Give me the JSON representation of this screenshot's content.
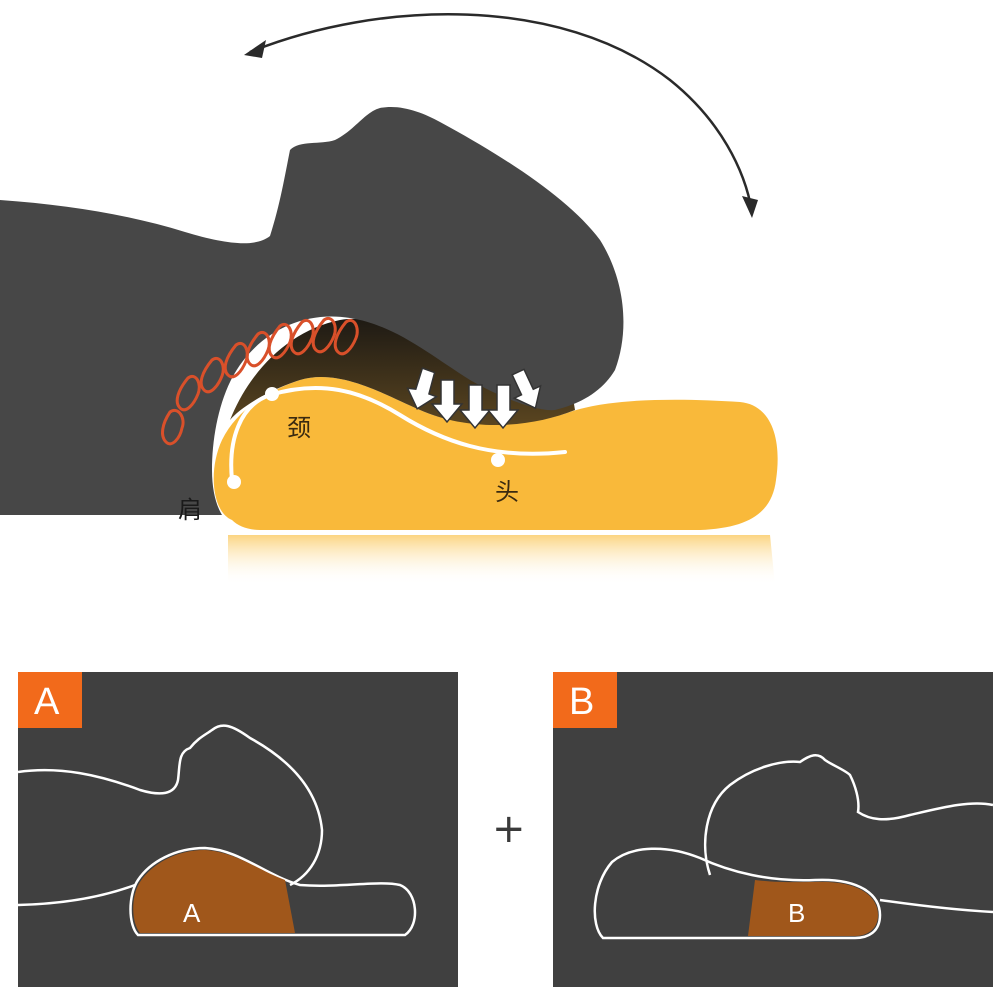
{
  "labels": {
    "neck": "颈",
    "head": "头",
    "shoulder": "肩"
  },
  "panels": [
    {
      "id": "A",
      "badge": "A",
      "pillow_label": "A"
    },
    {
      "id": "B",
      "badge": "B",
      "pillow_label": "B"
    }
  ],
  "plus_sign": "+",
  "colors": {
    "silhouette": "#474747",
    "pillow": "#f9b93a",
    "pillow_reflection": "#fde7b5",
    "panel_bg": "#404040",
    "badge": "#f26a1b",
    "segment_fill": "#a0571b",
    "vertebra_outline": "#d9502a",
    "outline": "#ffffff"
  },
  "icons": {
    "rotation_arrow": "curved-double-arrow-icon",
    "pressure_arrows": "down-arrow-icon"
  }
}
